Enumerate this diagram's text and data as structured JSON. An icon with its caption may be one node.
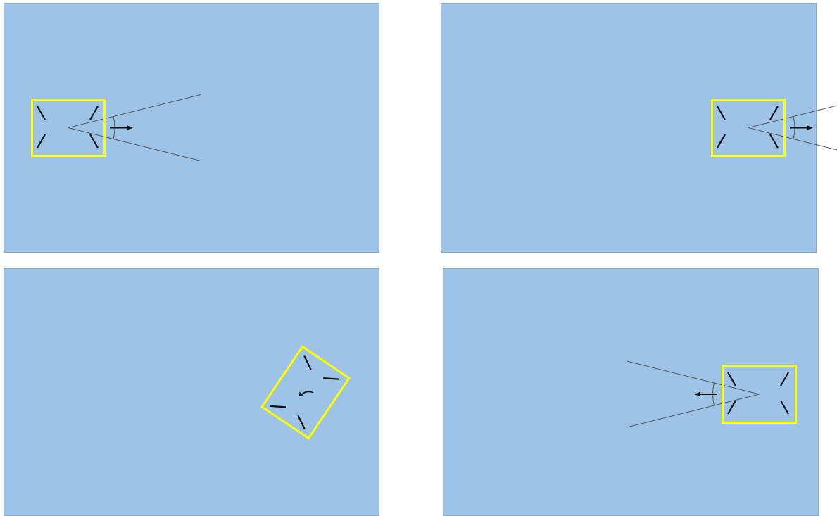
{
  "diagram": {
    "nodes": [
      {
        "text": [],
        "shape": "box"
      },
      {
        "text": [],
        "shape": "box",
        "in": 0
      },
      {
        "text": [],
        "shape": "box"
      },
      {
        "text": [],
        "shape": "box",
        "in": 2
      },
      {
        "text": [],
        "shape": "box"
      },
      {
        "text": [],
        "shape": "box",
        "in": 4
      },
      {
        "text": [],
        "shape": "box"
      },
      {
        "text": [],
        "shape": "box",
        "in": 6
      }
    ]
  }
}
